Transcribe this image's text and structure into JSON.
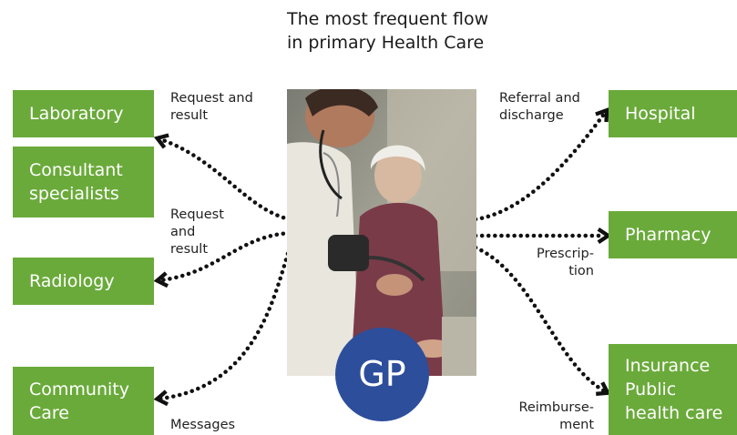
{
  "title": "The most frequent flow in primary Health Care",
  "center": {
    "label": "GP"
  },
  "left_boxes": [
    {
      "id": "laboratory",
      "label": "Laboratory"
    },
    {
      "id": "consultant",
      "label": "Consultant specialists"
    },
    {
      "id": "radiology",
      "label": "Radiology"
    },
    {
      "id": "community",
      "label": "Community Care"
    }
  ],
  "right_boxes": [
    {
      "id": "hospital",
      "label": "Hospital"
    },
    {
      "id": "pharmacy",
      "label": "Pharmacy"
    },
    {
      "id": "insurance",
      "label": "Insurance Public health care"
    }
  ],
  "flow_labels": {
    "request_result_1": "Request and result",
    "request_result_2": "Request and result",
    "messages": "Messages",
    "referral": "Referral and discharge",
    "prescription": "Prescrip- tion",
    "reimbursement": "Reimburse- ment"
  },
  "colors": {
    "box": "#6aaa3a",
    "gp_circle": "#2d4e9b",
    "flow": "#111111"
  }
}
